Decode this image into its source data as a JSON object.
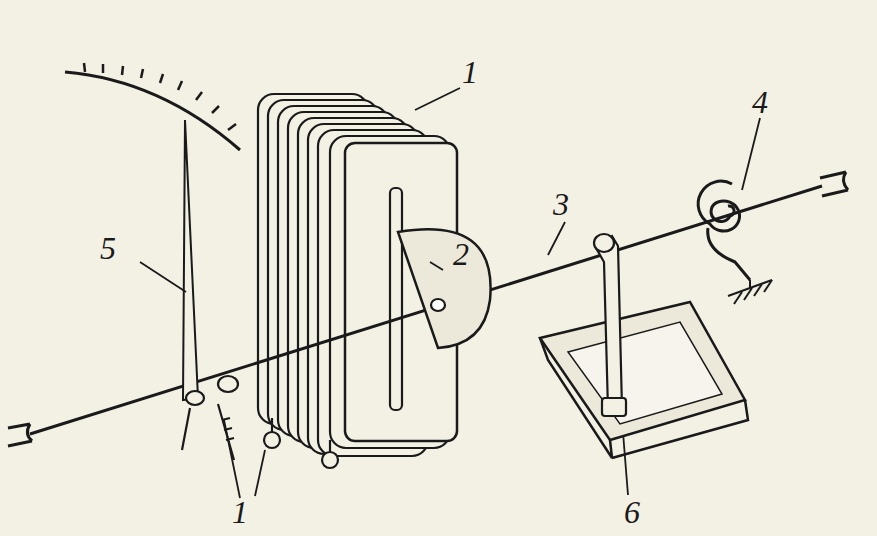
{
  "diagram": {
    "labels": [
      "1",
      "2",
      "3",
      "4",
      "5",
      "1",
      "6"
    ]
  }
}
